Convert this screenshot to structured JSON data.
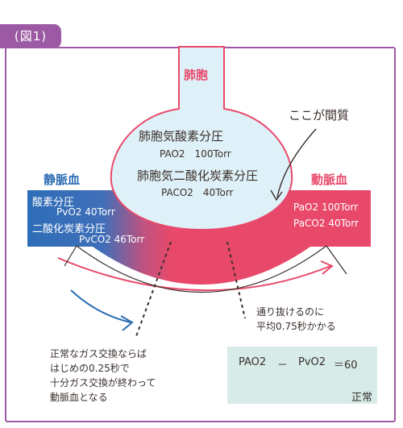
{
  "figure_label": "(図1)",
  "alveolus": {
    "title": "肺胞",
    "o2_label": "肺胞気酸素分圧",
    "o2_value": "PAO2　100Torr",
    "co2_label": "肺胞気二酸化炭素分圧",
    "co2_value": "PACO2　40Torr"
  },
  "interstitium_label": "ここが間質",
  "venous": {
    "title": "静脈血",
    "o2_label": "酸素分圧",
    "o2_value": "PvO2 40Torr",
    "co2_label": "二酸化炭素分圧",
    "co2_value": "PvCO2 46Torr"
  },
  "arterial": {
    "title": "動脈血",
    "o2_value": "PaO2 100Torr",
    "co2_value": "PaCO2 40Torr"
  },
  "transit_note": [
    "通り抜けるのに",
    "平均0.75秒かかる"
  ],
  "exchange_note": [
    "正常なガス交換ならば",
    "はじめの0.25秒で",
    "十分ガス交換が終わって",
    "動脈血となる"
  ],
  "formula": {
    "pao2": "PAO2",
    "minus": "－",
    "pvo2": "PvO2",
    "equals": "＝60",
    "approx": "≒",
    "normal": "正常"
  },
  "colors": {
    "accent_purple": "#9b5aa3",
    "arterial_pink": "#e8496a",
    "venous_blue": "#2b6cb3",
    "alveolus_fill": "#dff1f8",
    "interstitium_yellow": "#f6f2b0",
    "formula_bg": "#d7ece9"
  }
}
